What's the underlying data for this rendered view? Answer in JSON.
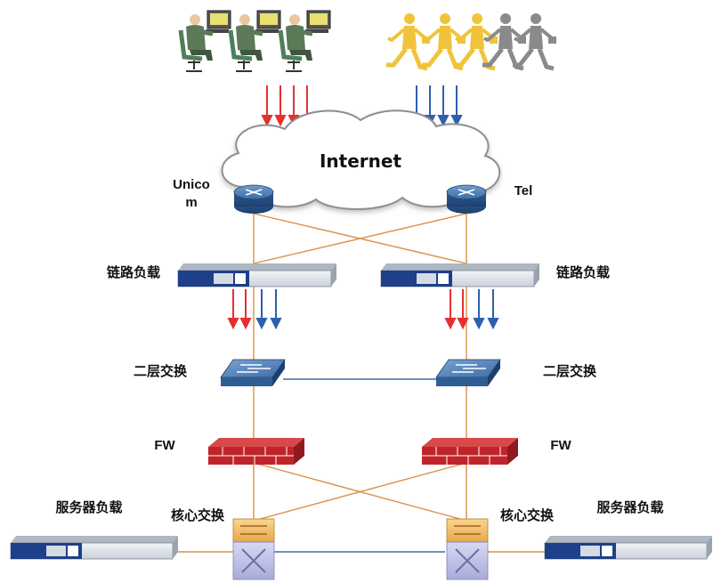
{
  "cloud": {
    "label": "Internet"
  },
  "routers": {
    "left_label_line1": "Unico",
    "left_label_line2": "m",
    "right_label": "Tel"
  },
  "link_lb": {
    "left_label": "链路负载",
    "right_label": "链路负载"
  },
  "l2_switch": {
    "left_label": "二层交换",
    "right_label": "二层交换"
  },
  "firewall": {
    "left_label": "FW",
    "right_label": "FW"
  },
  "core_switch": {
    "left_label": "核心交换",
    "right_label": "核心交换"
  },
  "server_lb": {
    "left_label": "服务器负载",
    "right_label": "服务器负载"
  },
  "colors": {
    "link_line": "#d99148",
    "blue_line": "#3a6aa8",
    "unicom_arrow": "#e53030",
    "tel_arrow": "#2f5fae",
    "router": "#3b6da6",
    "firewall": "#c0242a",
    "device_body": "#dfe5ec",
    "device_panel": "#1e3f8a"
  }
}
